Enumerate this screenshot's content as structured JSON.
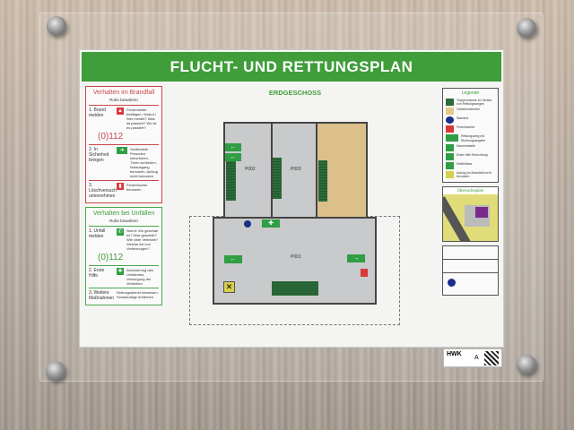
{
  "sign": {
    "title": "FLUCHT- UND RETTUNGSPLAN",
    "floor": "ERDGESCHOSS",
    "fire_panel": {
      "heading": "Verhalten im Brandfall",
      "subheading": "Ruhe bewahren",
      "phone": "(0)112",
      "steps": [
        {
          "label": "1. Brand melden",
          "text": "Feuermelder betätigen / Notruf / Wer meldet? Was ist passiert? Wo ist es passiert?"
        },
        {
          "label": "2. In Sicherheit bringen",
          "text": "Gefährdete Personen mitnehmen, Türen schließen, Notausgang benutzen, Aufzug nicht benutzen"
        },
        {
          "label": "3. Löschversuch unternehmen",
          "text": "Feuerlöscher benutzen"
        }
      ]
    },
    "accident_panel": {
      "heading": "Verhalten bei Unfällen",
      "subheading": "Ruhe bewahren",
      "phone": "(0)112",
      "steps": [
        {
          "label": "1. Unfall melden",
          "text": "Notruf: Wo geschah es? Was geschah? Wie viele Verletzte? Welche Art von Verletzungen?"
        },
        {
          "label": "2. Erste Hilfe",
          "text": "Absicherung des Unfallortes, Versorgung der Verletzten"
        },
        {
          "label": "3. Weitere Maßnahmen",
          "text": "Rettungsdienst einweisen, Schaulustige entfernen"
        }
      ]
    },
    "rooms": [
      "P002",
      "P003",
      "P001"
    ],
    "legend": {
      "heading": "Legende",
      "items": [
        {
          "label": "Treppenräume im Verlauf von Rettungswegen",
          "color": "#2d6b3b"
        },
        {
          "label": "Gefahrenbereich",
          "color": "#e8c98a"
        },
        {
          "label": "Standort",
          "color": "#1a2f8a"
        },
        {
          "label": "Feuerlöscher",
          "color": "#d9383a"
        },
        {
          "label": "Rettungsweg mit Richtungsangabe",
          "color": "#2f9e44"
        },
        {
          "label": "Sammelstelle",
          "color": "#2f9e44"
        },
        {
          "label": "Erste Hilfe Einrichtung",
          "color": "#2f9e44"
        },
        {
          "label": "Defibrillator",
          "color": "#2f9e44"
        },
        {
          "label": "Aufzug im Brandfall nicht benutzen",
          "color": "#d8d04a"
        }
      ]
    },
    "overview": {
      "heading": "Übersichtsplan"
    },
    "label": {
      "brand": "HWK",
      "revision": "A"
    }
  }
}
